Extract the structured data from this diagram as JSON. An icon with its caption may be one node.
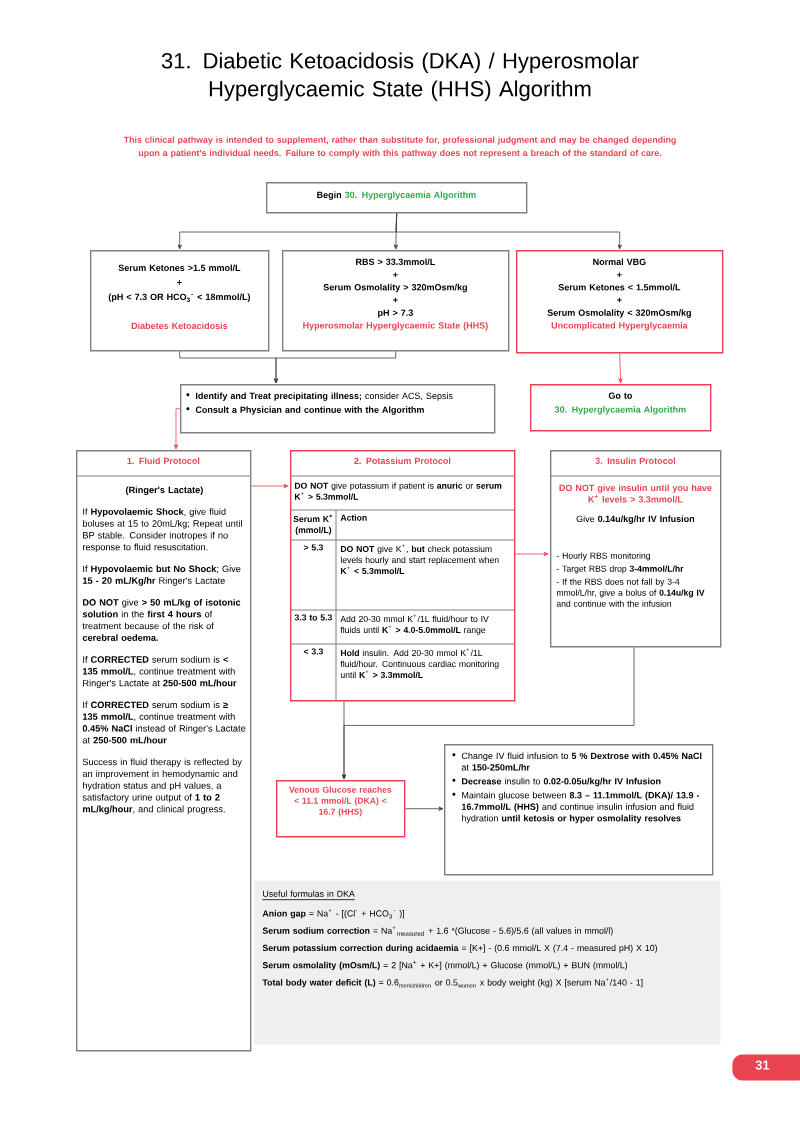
{
  "diagram": {
    "title": "31. Diabetic Ketoacidosis (DKA) / Hyperosmolar Hyperglycaemic State (HHS) Algorithm",
    "nodes": [
      {
        "text": [
          "Begin",
          "30. Hyperglycaemia Algorithm"
        ]
      },
      {
        "text": [
          "Serum Ketones >1.5 mmol/L",
          "+",
          "(pH < 7.3 OR HCO$_{3}$$^{-}$ < 18mmol/L)",
          "Diabetes Ketoacidosis"
        ]
      },
      {
        "text": [
          "RBS > 33.3mmol/L",
          "+",
          "Serum Osmolality > 320mOsm/kg",
          "+",
          "pH > 7.3",
          "Hyperosmolar Hyperglycaemic State (HHS)"
        ]
      },
      {
        "text": [
          "Normal VBG",
          "+",
          "Serum Ketones < 1.5mmol/L",
          "+",
          "Serum Osmolality < 320mOsm/kg",
          "Uncomplicated Hyperglycaemia"
        ]
      },
      {
        "text": [
          "**Identify and Treat precipitating illness;** consider ACS, Sepsis",
          "Consult a Physician and continue with the Algorithm"
        ]
      },
      {
        "text": [
          "Go to",
          "30. Hyperglycaemia Algorithm"
        ]
      },
      {
        "text": [
          "1. Fluid Protocol",
          "(Ringer's Lactate)",
          "If **Hypovolaemic Shock**, give fluid boluses at 15 to 20mL/kg; Repeat until BP stable. Consider inotropes if no response to fluid resuscitation.",
          "If **Hypovolaemic but No Shock**; Give **15 - 20 mL/Kg/hr** Ringer's Lactate",
          "**DO NOT** give **> 50 mL/kg of isotonic solution** in the **first 4 hours** of treatment because of the risk of **cerebral oedema.**",
          "If **CORRECTED** serum sodium is **< 135 mmol/L**, continue treatment with Ringer's Lactate at **250-500 mL/hour**",
          "If **CORRECTED** serum sodium is **≥ 135 mmol/L**, continue treatment with **0.45% NaCl** instead of Ringer's Lactate at **250-500 mL/hour**",
          "Success in fluid therapy is reflected by an improvement in hemodynamic and hydration status and pH values, a satisfactory urine output of **1 to 2 mL/kg/hour**, and clinical progress."
        ]
      },
      {
        "text": [
          "2. Potassium Protocol",
          "**DO NOT** give potassium if patient is **anuric** or **serum K**$^{+}$ **> 5.3mmol/L**",
          "Serum K$^{+}$ (mmol/L)",
          "Action",
          "> 5.3",
          "**DO NOT** give K$^{+}$, **but** check potassium levels hourly and start replacement when **K**$^{+}$ **< 5.3mmol/L**",
          "3.3 to 5.3",
          "Add 20-30 mmol K$^{+}$/1L fluid/hour to IV fluids until **K**$^{+}$ **> 4.0-5.0mmol/L** range",
          "< 3.3",
          "**Hold** insulin. Add 20-30 mmol K$^{+}$/1L fluid/hour. Continuous cardiac monitoring until **K**$^{+}$ **> 3.3mmol/L**"
        ]
      },
      {
        "text": [
          "3. Insulin Protocol",
          "DO NOT give insulin until you have K$^{+}$ levels > 3.3mmol/L",
          "Give **0.14u/kg/hr IV Infusion**",
          "- Hourly RBS monitoring",
          "- Target RBS drop **3-4mmol/L/hr**",
          "- If the RBS does not fall by 3-4 mmol/L/hr, give a bolus of **0.14u/kg IV** and continue with the infusion"
        ]
      },
      {
        "text": [
          "Venous Glucose reaches < 11.1 mmol/L (DKA) < 16.7 (HHS)"
        ]
      },
      {
        "text": [
          "Change IV fluid infusion to **5 % Dextrose with 0.45% NaCl** at **150-250mL/hr**",
          "**Decrease** insulin to **0.02-0.05u/kg/hr IV Infusion**",
          "Maintain glucose between **8.3 – 11.1mmol/L (DKA)/ 13.9 - 16.7mmol/L (HHS)** and continue insulin infusion and fluid hydration **until ketosis or hyper osmolality resolves**"
        ]
      },
      {
        "text": [
          "Useful formulas in DKA",
          "**Anion gap** = Na$^{+}$ - [(Cl$^{-}$ + HCO$_{3}$$^{-}$ )]",
          "**Serum sodium correction** = Na$^{+}$$_{measured}$ + 1.6 *(Glucose - 5.6)/5.6 (all values in mmol/l)",
          "**Serum potassium correction during acidaemia** = [K+] - (0.6 mmol/L X (7.4 - measured pH) X 10)",
          "**Serum osmolality (mOsm/L)** = 2 [Na$^{+}$ + K+] (mmol/L) + Glucose (mmol/L) + BUN (mmol/L)",
          "\\mbox{\\bfseries Total body water deficit (L)}\\mbox{ = 0.6}_{\\mbox{\\fontsize{2.8}{3}\\selectfont men/children}}\\mbox{ or 0.5}_{\\mbox{\\fontsize{2.8}{3}\\selectfont women}}\\mbox{ x body weight (kg) X [serum Na}^{\\mbox{\\fontsize{2.8}{3}\\selectfont +}}\\mbox{/140 - 1]}"
        ]
      },
      {
        "text": [
          "31"
        ]
      }
    ],
    "edges": [
      {
        "from": 0,
        "to": 1,
        "arrow": "to"
      },
      {
        "from": 0,
        "to": 2,
        "arrow": "to"
      },
      {
        "from": 0,
        "to": 3,
        "arrow": "to"
      },
      {
        "from": 1,
        "to": 4,
        "arrow": "to"
      },
      {
        "from": 2,
        "to": 4,
        "arrow": "to"
      },
      {
        "from": 3,
        "to": 5,
        "arrow": "to",
        "color": "#e8434f"
      },
      {
        "from": 4,
        "to": 6,
        "arrow": "to",
        "color": "#e8434f"
      },
      {
        "from": 6,
        "to": 7,
        "arrow": "to",
        "color": "#e8434f"
      },
      {
        "from": 7,
        "to": 8,
        "arrow": "to",
        "color": "#e8434f"
      },
      {
        "from": 7,
        "to": 9,
        "arrow": "to"
      },
      {
        "from": 8,
        "to": 9,
        "arrow": "to"
      },
      {
        "from": 9,
        "to": 10,
        "arrow": "to"
      }
    ],
    "labels": [
      "This clinical pathway is intended to supplement, rather than substitute for, professional judgment and may be changed depending upon a patient's individual needs. Failure to comply with this pathway does not represent a breach of the standard of care."
    ]
  }
}
